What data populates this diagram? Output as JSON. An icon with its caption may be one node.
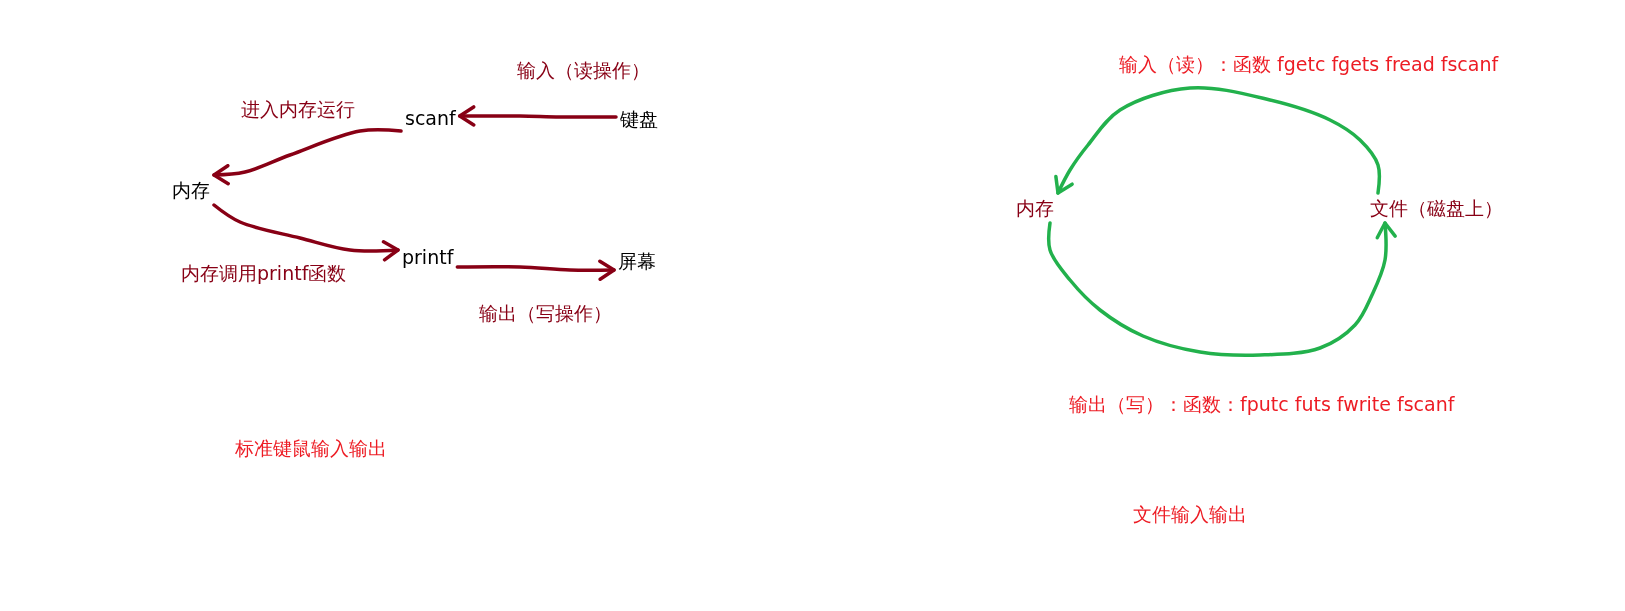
{
  "diagram": {
    "nodes": [
      {
        "text": [
          "scanf"
        ]
      },
      {
        "text": [
          "键盘"
        ]
      },
      {
        "text": [
          "内存"
        ]
      },
      {
        "text": [
          "printf"
        ]
      },
      {
        "text": [
          "屏幕"
        ]
      },
      {
        "text": [
          "内存"
        ]
      },
      {
        "text": [
          "文件（磁盘上）"
        ]
      }
    ],
    "edges": [
      {
        "from": 1,
        "to": 0,
        "arrow": "to",
        "label": "输入（读操作）"
      },
      {
        "from": 0,
        "to": 2,
        "arrow": "to",
        "label": "进入内存运行"
      },
      {
        "from": 2,
        "to": 3,
        "arrow": "to",
        "label": "内存调用printf函数"
      },
      {
        "from": 3,
        "to": 4,
        "arrow": "to",
        "label": "输出（写操作）"
      },
      {
        "from": 6,
        "to": 5,
        "arrow": "to",
        "label": "输入（读）：函数 fgetc fgets fread fscanf",
        "color": "#22b14c"
      },
      {
        "from": 5,
        "to": 6,
        "arrow": "to",
        "label": "输出（写）：函数：fputc futs fwrite fscanf",
        "color": "#22b14c"
      }
    ],
    "labels": [
      "标准键鼠输入输出",
      "文件输入输出"
    ]
  }
}
